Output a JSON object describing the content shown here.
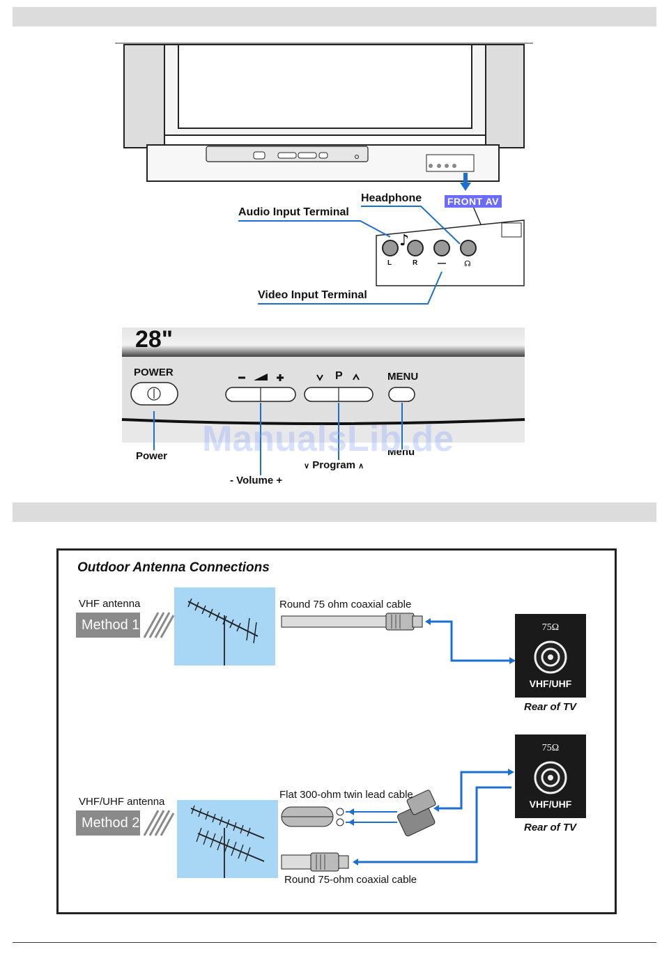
{
  "tv_diagram": {
    "callouts": {
      "headphone": "Headphone",
      "front_av": "FRONT AV",
      "audio_input": "Audio Input Terminal",
      "video_input": "Video Input Terminal"
    },
    "jack_labels": [
      "L",
      "R"
    ]
  },
  "control_panel": {
    "size_label": "28\"",
    "power_label": "POWER",
    "p_label": "P",
    "menu_label": "MENU",
    "callouts": {
      "power": "Power",
      "program": "Program",
      "volume": "- Volume +",
      "menu": "Menu"
    }
  },
  "watermark": "ManualsLib.de",
  "antenna": {
    "title": "Outdoor Antenna Connections",
    "method1": {
      "antenna_label": "VHF antenna",
      "method_label": "Method 1",
      "cable_label": "Round 75 ohm coaxial cable"
    },
    "method2": {
      "antenna_label": "VHF/UHF antenna",
      "method_label": "Method 2",
      "flat_cable_label": "Flat 300-ohm twin lead cable",
      "coax_label": "Round 75-ohm coaxial cable"
    },
    "tv_jack": {
      "ohm_label": "75Ω",
      "port_label": "VHF/UHF",
      "rear_label": "Rear of TV"
    }
  },
  "colors": {
    "accent_blue": "#1a6fd0",
    "sky": "#a8d6f5",
    "front_av_bg": "#6b6bff"
  }
}
